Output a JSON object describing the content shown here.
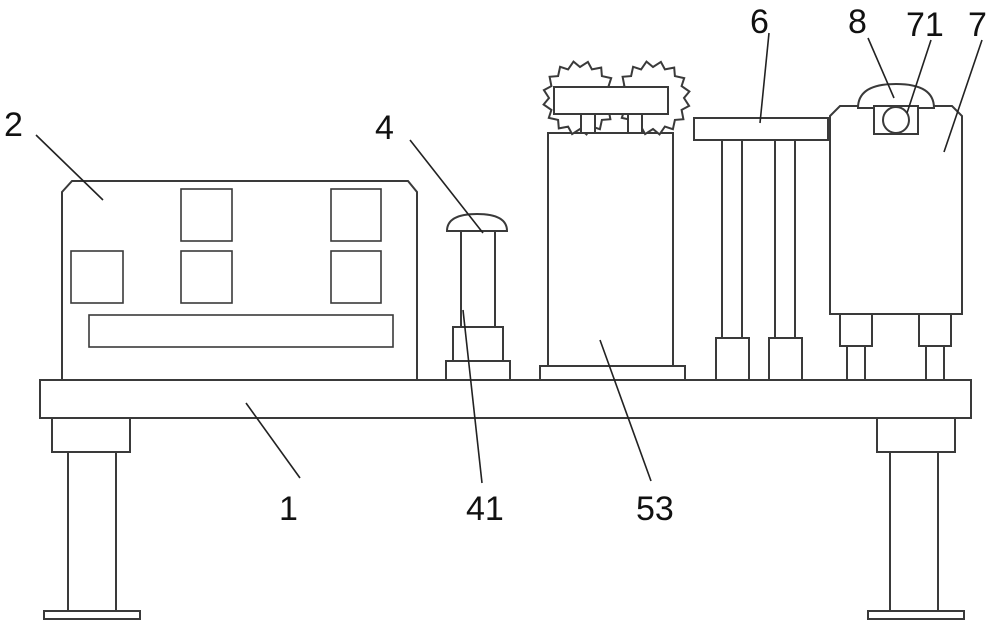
{
  "diagram": {
    "labels": {
      "frame": "1",
      "control_box": "2",
      "lamp": "4",
      "lamp_post": "41",
      "column": "53",
      "plate": "6",
      "right_box": "7",
      "roller": "71",
      "cover": "8"
    }
  }
}
